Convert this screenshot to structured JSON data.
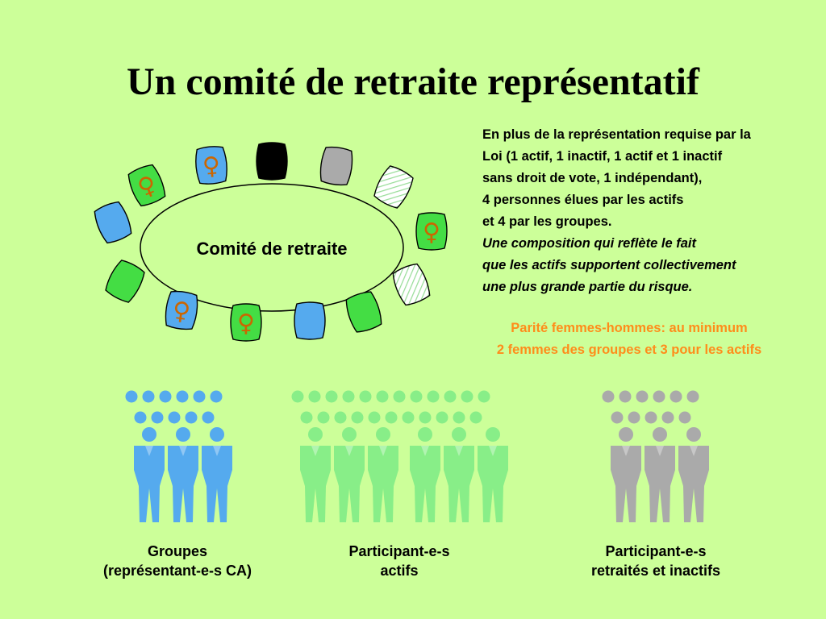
{
  "title": "Un comité de retraite représentatif",
  "committee_label": "Comité de retraite",
  "info_lines": [
    {
      "text": "En plus de la représentation requise par la",
      "italic": false
    },
    {
      "text": "Loi (1 actif, 1 inactif, 1 actif et 1 inactif",
      "italic": false
    },
    {
      "text": "sans droit de vote, 1 indépendant),",
      "italic": false
    },
    {
      "text": "4 personnes élues par les actifs",
      "italic": false
    },
    {
      "text": "et 4 par les groupes.",
      "italic": false
    },
    {
      "text": "Une composition qui reflète le fait",
      "italic": true
    },
    {
      "text": "que les actifs supportent collectivement",
      "italic": true
    },
    {
      "text": "une plus grande partie du risque.",
      "italic": true
    }
  ],
  "parity_lines": [
    "Parité femmes-hommes: au minimum",
    "2 femmes des groupes et 3 pour les actifs"
  ],
  "female_symbol": "♀",
  "colors": {
    "background": "#ccff99",
    "blue": "#55aaee",
    "green": "#44dd44",
    "light_green": "#88ee88",
    "gray": "#aaaaaa",
    "black": "#000000",
    "female_symbol": "#cc6600",
    "parity_text": "#ff8c1a"
  },
  "seats": [
    {
      "color": "green",
      "female": true
    },
    {
      "color": "blue",
      "female": true
    },
    {
      "color": "black",
      "female": false
    },
    {
      "color": "gray",
      "female": false
    },
    {
      "color": "hatched",
      "female": false
    },
    {
      "color": "green",
      "female": true
    },
    {
      "color": "hatched",
      "female": false
    },
    {
      "color": "green",
      "female": false
    },
    {
      "color": "blue",
      "female": false
    },
    {
      "color": "green",
      "female": true
    },
    {
      "color": "blue",
      "female": true
    },
    {
      "color": "green",
      "female": false
    },
    {
      "color": "blue",
      "female": false
    }
  ],
  "groups": [
    {
      "label_lines": [
        "Groupes",
        "(représentant-e-s CA)"
      ],
      "color": "blue",
      "figure_count": 3
    },
    {
      "label_lines": [
        "Participant-e-s",
        "actifs"
      ],
      "color": "light_green",
      "figure_count": 6
    },
    {
      "label_lines": [
        "Participant-e-s",
        "retraités et inactifs"
      ],
      "color": "gray",
      "figure_count": 3
    }
  ]
}
